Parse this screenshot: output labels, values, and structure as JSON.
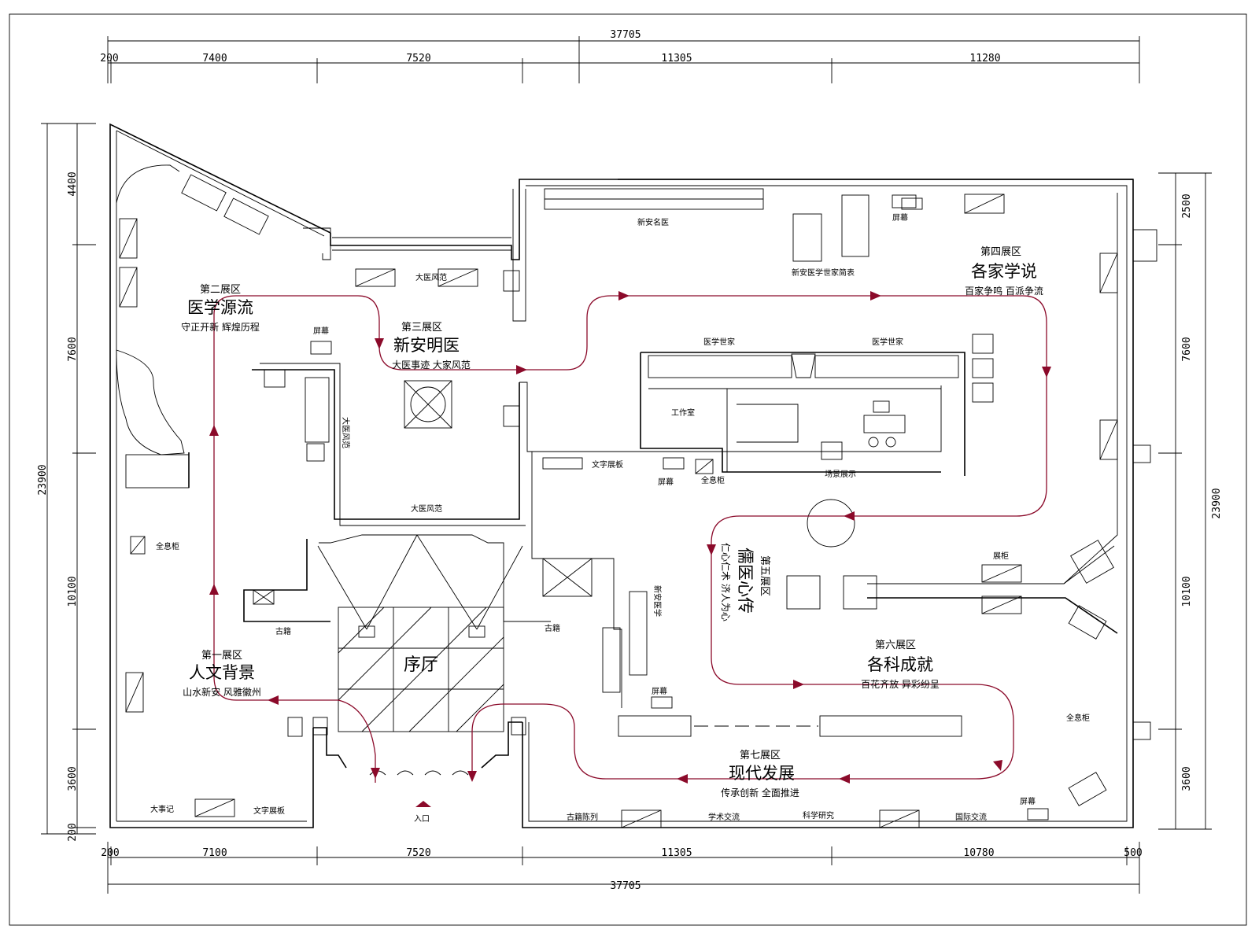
{
  "dimensions": {
    "overall_top": "37705",
    "overall_bottom": "37705",
    "top_segments": [
      "200",
      "7400",
      "7520",
      "11305",
      "11280"
    ],
    "bottom_segments": [
      "200",
      "7100",
      "7520",
      "11305",
      "10780",
      "500"
    ],
    "left_total": "23900",
    "left_segments": [
      "4400",
      "7600",
      "10100",
      "3600",
      "200"
    ],
    "right_total": "23900",
    "right_segments": [
      "2500",
      "7600",
      "10100",
      "3600"
    ]
  },
  "zones": [
    {
      "number": "第一展区",
      "title": "人文背景",
      "subtitle": "山水新安 风雅徽州"
    },
    {
      "number": "第二展区",
      "title": "医学源流",
      "subtitle": "守正开新 辉煌历程"
    },
    {
      "number": "第三展区",
      "title": "新安明医",
      "subtitle": "大医事迹 大家风范"
    },
    {
      "number": "第四展区",
      "title": "各家学说",
      "subtitle": "百家争鸣 百派争流"
    },
    {
      "number": "第五展区",
      "title": "儒医心传",
      "subtitle": "仁心仁术 济人为心"
    },
    {
      "number": "第六展区",
      "title": "各科成就",
      "subtitle": "百花齐放 异彩纷呈"
    },
    {
      "number": "第七展区",
      "title": "现代发展",
      "subtitle": "传承创新 全面推进"
    }
  ],
  "hall": {
    "title": "序厅",
    "entrance": "入口"
  },
  "labels": {
    "dafeng_top": "大医风范",
    "dafeng_bottom": "大医风范",
    "dafeng_vertical": "大医风范",
    "family_table": "新安医学世家简表",
    "wall_top": "新安名医",
    "lixue": "医学世家",
    "lixue2": "医学世家",
    "screen1": "屏幕",
    "screen2": "屏幕",
    "screen3": "屏幕",
    "screen4": "屏幕",
    "screen5": "屏幕",
    "office": "工作室",
    "qinggu": "全息柜",
    "qinggu2": "全息柜",
    "qinggu3": "全息柜",
    "guti": "古籍",
    "guti2": "古籍",
    "ktv": "场景展示",
    "zhengce": "展柜",
    "wenzi": "文字展板",
    "bottom1": "古籍陈列",
    "bottom2": "学术交流",
    "bottom3": "科学研究",
    "bottom4": "国际交流",
    "bottom_left1": "大事记",
    "bottom_left2": "文字展板",
    "right_mid": "新安医学"
  },
  "colors": {
    "route": "#8b0a2a",
    "line": "#000000",
    "background": "#ffffff"
  }
}
